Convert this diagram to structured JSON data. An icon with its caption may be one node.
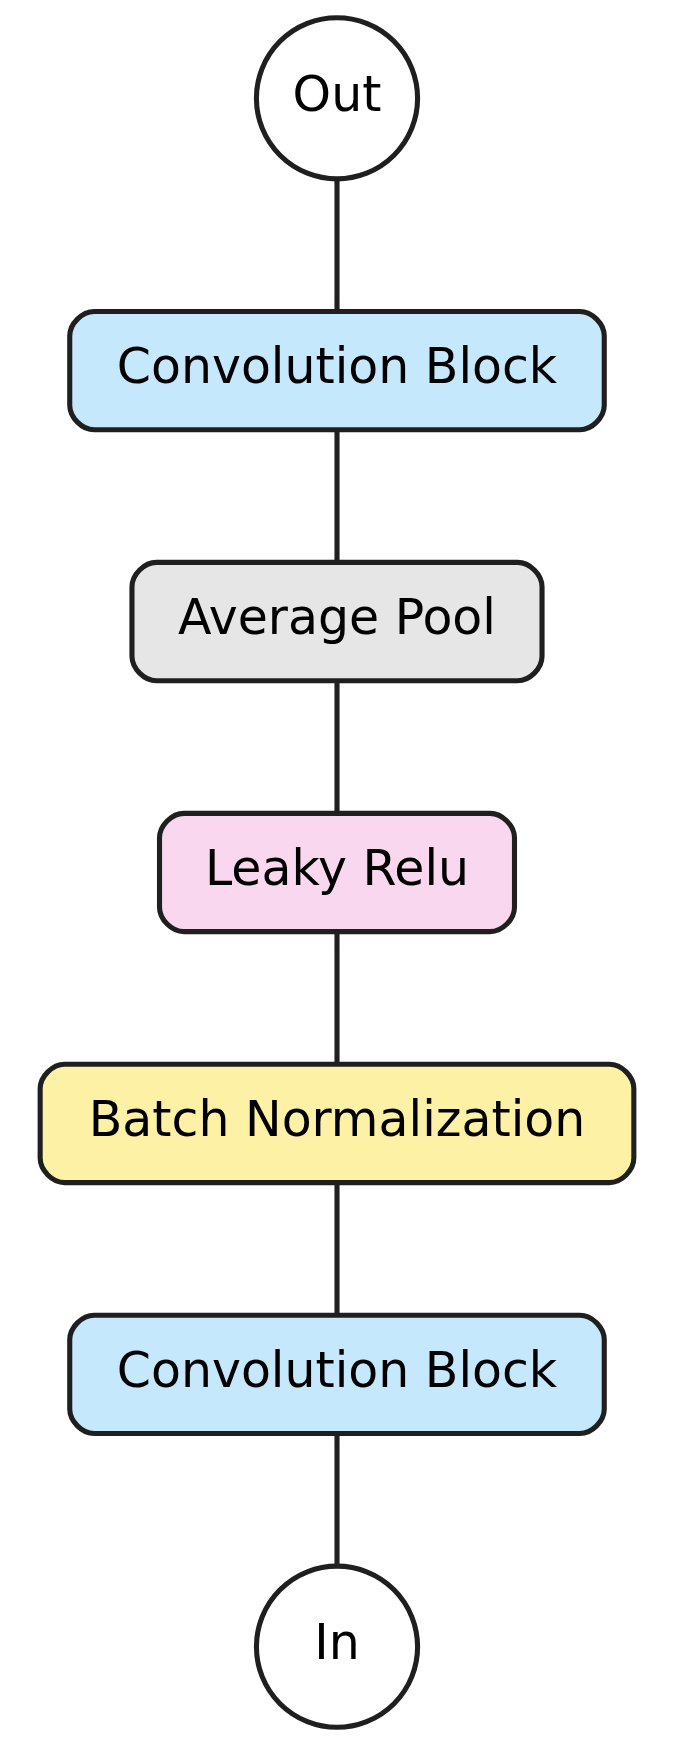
{
  "diagram": {
    "nodes": [
      {
        "text": [
          "Out"
        ]
      },
      {
        "text": [
          "Convolution Block"
        ]
      },
      {
        "text": [
          "Average Pool"
        ]
      },
      {
        "text": [
          "Leaky Relu"
        ]
      },
      {
        "text": [
          "Batch Normalization"
        ]
      },
      {
        "text": [
          "Convolution Block"
        ]
      },
      {
        "text": [
          "In"
        ]
      }
    ],
    "edges": [
      {
        "from": 0,
        "to": 1,
        "arrow": "none"
      },
      {
        "from": 1,
        "to": 2,
        "arrow": "none"
      },
      {
        "from": 2,
        "to": 3,
        "arrow": "none"
      },
      {
        "from": 3,
        "to": 4,
        "arrow": "none"
      },
      {
        "from": 4,
        "to": 5,
        "arrow": "none"
      },
      {
        "from": 5,
        "to": 6,
        "arrow": "none"
      }
    ]
  }
}
